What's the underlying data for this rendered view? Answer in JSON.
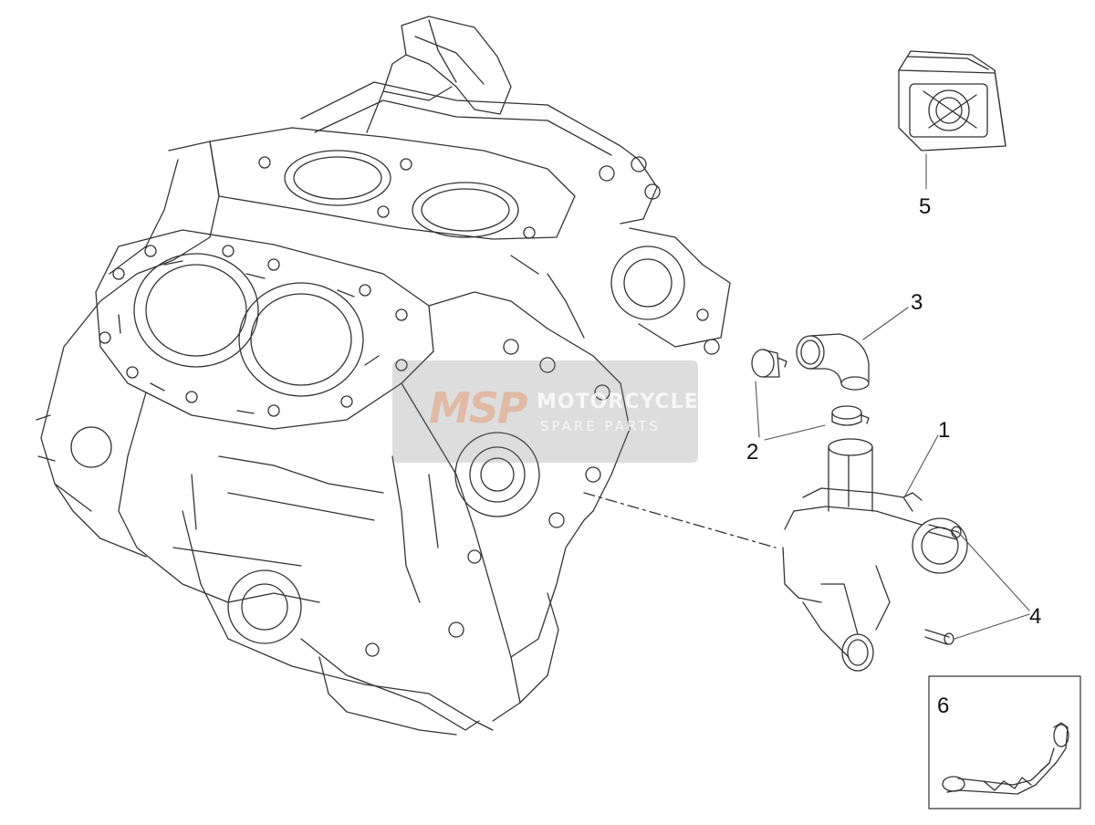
{
  "callouts": [
    {
      "id": "1",
      "label": "1"
    },
    {
      "id": "2",
      "label": "2"
    },
    {
      "id": "3",
      "label": "3"
    },
    {
      "id": "4",
      "label": "4"
    },
    {
      "id": "5",
      "label": "5"
    },
    {
      "id": "6",
      "label": "6"
    }
  ],
  "watermark": {
    "logo": "MSP",
    "line1": "MOTORCYCLE",
    "line2": "SPARE PARTS"
  },
  "colors": {
    "line": "#333333",
    "background": "#ffffff"
  }
}
